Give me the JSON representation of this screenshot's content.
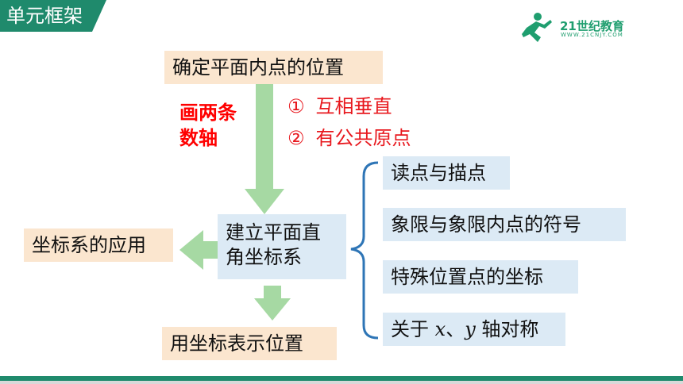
{
  "header": {
    "tab_label": "单元框架"
  },
  "logo": {
    "text": "21世纪教育",
    "sub": "WWW.21CNJY.COM"
  },
  "diagram": {
    "top_box": "确定平面内点的位置",
    "method_line1": "画两条",
    "method_line2": "数轴",
    "conditions": [
      {
        "num": "①",
        "text": "互相垂直"
      },
      {
        "num": "②",
        "text": "有公共原点"
      }
    ],
    "center_box_line1": "建立平面直",
    "center_box_line2": "角坐标系",
    "left_box": "坐标系的应用",
    "bottom_box": "用坐标表示位置",
    "branches": [
      "读点与描点",
      "象限与象限内点的符号",
      "特殊位置点的坐标"
    ],
    "branch_last": {
      "prefix": "关于 ",
      "x": "x",
      "sep": "、",
      "y": "y",
      "suffix": " 轴对称"
    }
  },
  "colors": {
    "accent": "#1f8a6c",
    "peach": "#fbe6cf",
    "blue": "#dceaf5",
    "red": "#ff0000",
    "arrow": "#a6d9a3"
  }
}
